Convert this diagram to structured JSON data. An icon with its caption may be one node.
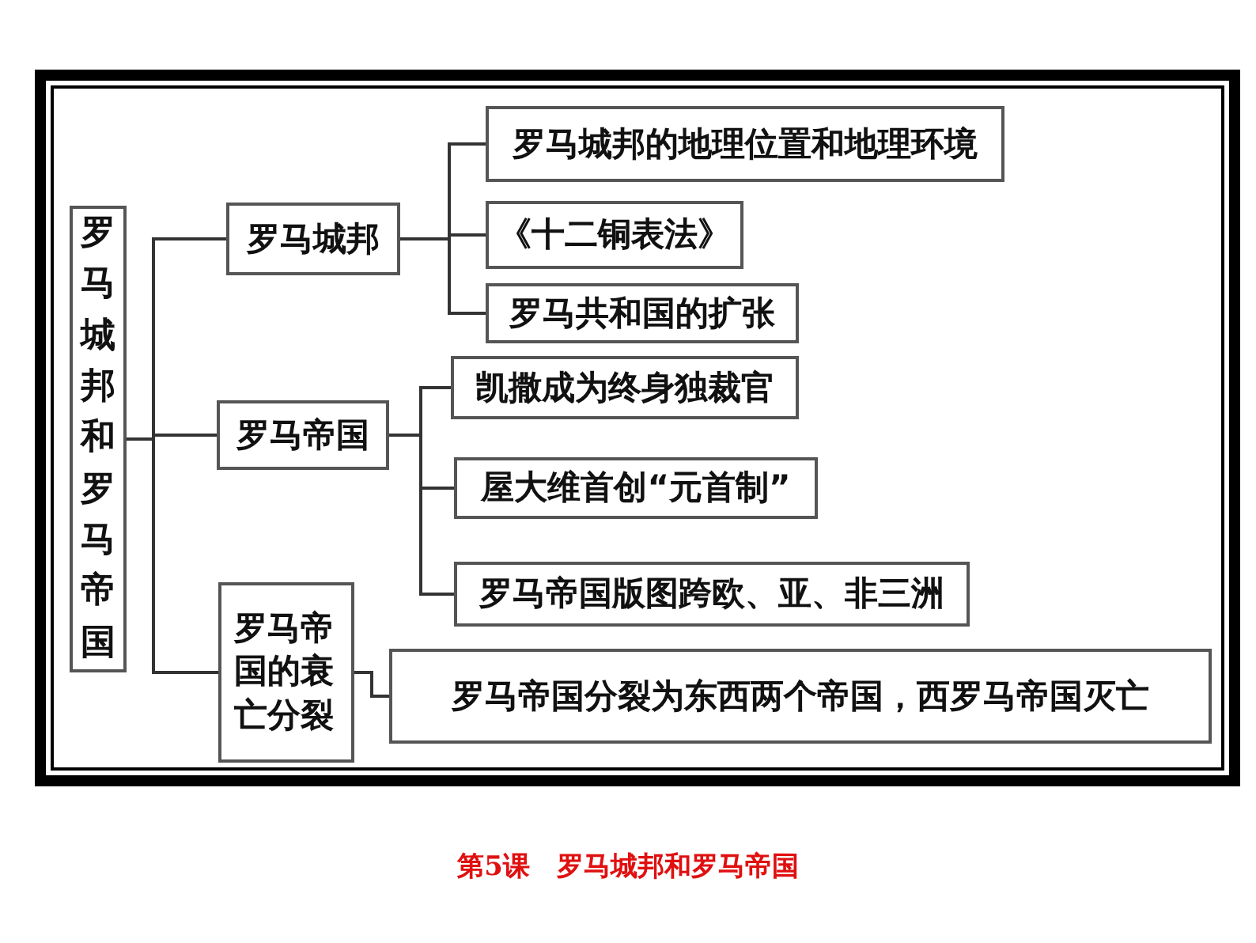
{
  "diagram": {
    "caption": "第5课　罗马城邦和罗马帝国",
    "nodes": [
      {
        "text": [
          "罗马城邦和罗马帝国"
        ]
      },
      {
        "text": [
          "罗马城邦"
        ]
      },
      {
        "text": [
          "罗马帝国"
        ]
      },
      {
        "text": [
          "罗马帝国的衰亡分裂"
        ]
      },
      {
        "text": [
          "罗马城邦的地理位置和地理环境"
        ]
      },
      {
        "text": [
          "《十二铜表法》"
        ]
      },
      {
        "text": [
          "罗马共和国的扩张"
        ]
      },
      {
        "text": [
          "凯撒成为终身独裁官"
        ]
      },
      {
        "text": [
          "屋大维首创“元首制”"
        ]
      },
      {
        "text": [
          "罗马帝国版图跨欧、亚、非三洲"
        ]
      },
      {
        "text": [
          "罗马帝国分裂为东西两个帝国，西罗马帝国灭亡"
        ]
      }
    ],
    "edges": [
      {
        "from": 0,
        "to": 1,
        "arrow": "none"
      },
      {
        "from": 0,
        "to": 2,
        "arrow": "none"
      },
      {
        "from": 0,
        "to": 3,
        "arrow": "none"
      },
      {
        "from": 1,
        "to": 4,
        "arrow": "none"
      },
      {
        "from": 1,
        "to": 5,
        "arrow": "none"
      },
      {
        "from": 1,
        "to": 6,
        "arrow": "none"
      },
      {
        "from": 2,
        "to": 7,
        "arrow": "none"
      },
      {
        "from": 2,
        "to": 8,
        "arrow": "none"
      },
      {
        "from": 2,
        "to": 9,
        "arrow": "none"
      },
      {
        "from": 3,
        "to": 10,
        "arrow": "none"
      }
    ]
  }
}
